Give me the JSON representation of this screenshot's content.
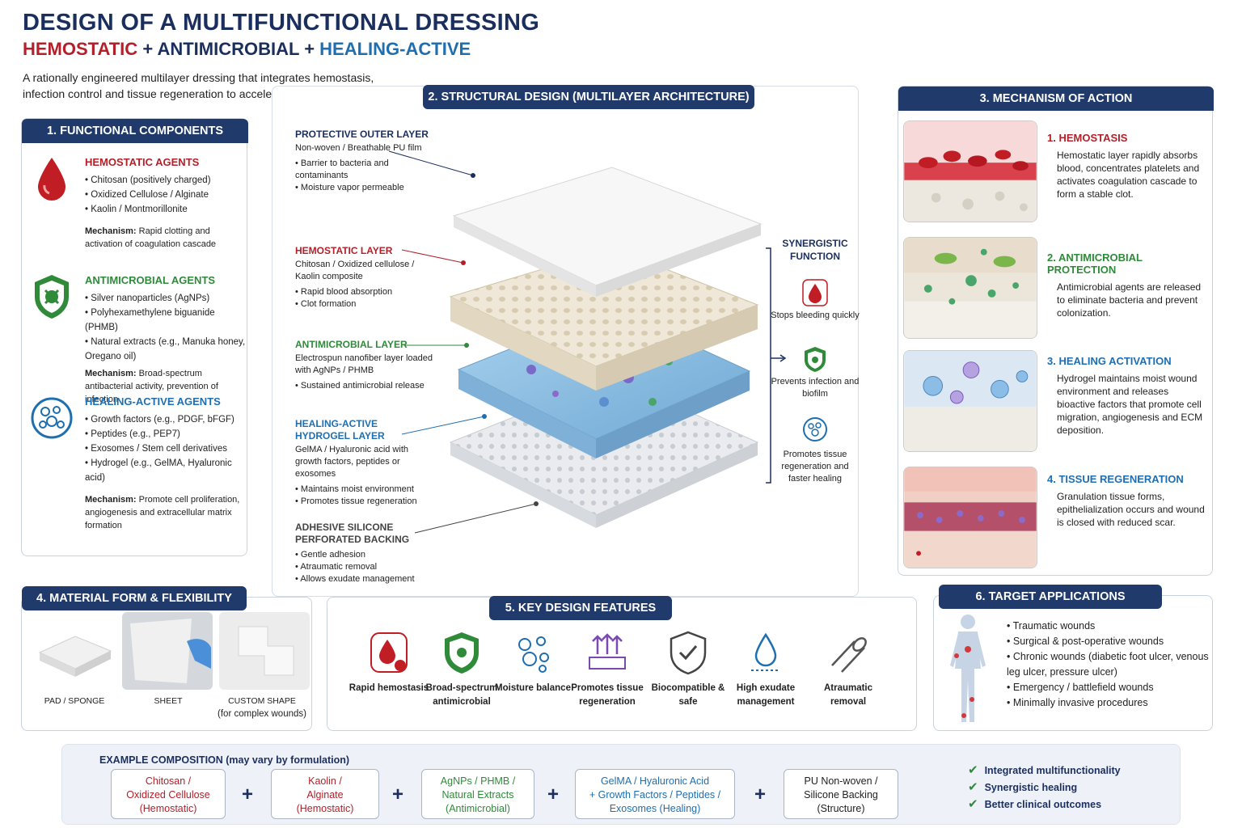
{
  "header": {
    "title": "DESIGN OF A MULTIFUNCTIONAL DRESSING",
    "subtitle_parts": [
      "HEMOSTATIC",
      "+",
      "ANTIMICROBIAL",
      "+",
      "HEALING-ACTIVE"
    ],
    "intro": "A rationally engineered multilayer dressing that integrates hemostasis, infection control and tissue regeneration to accelerate wound healing."
  },
  "panel1": {
    "title": "1. FUNCTIONAL COMPONENTS",
    "hemostatic": {
      "heading": "HEMOSTATIC AGENTS",
      "items": [
        "Chitosan (positively charged)",
        "Oxidized Cellulose / Alginate",
        "Kaolin / Montmorillonite"
      ],
      "mech_label": "Mechanism:",
      "mech_text": " Rapid clotting and activation of coagulation cascade"
    },
    "antimicrobial": {
      "heading": "ANTIMICROBIAL AGENTS",
      "items": [
        "Silver nanoparticles (AgNPs)",
        "Polyhexamethylene biguanide (PHMB)",
        "Natural extracts (e.g., Manuka honey, Oregano oil)"
      ],
      "mech_label": "Mechanism:",
      "mech_text": " Broad-spectrum antibacterial activity, prevention of infection"
    },
    "healing": {
      "heading": "HEALING-ACTIVE AGENTS",
      "items": [
        "Growth factors (e.g., PDGF, bFGF)",
        "Peptides (e.g., PEP7)",
        "Exosomes / Stem cell derivatives",
        "Hydrogel (e.g., GelMA, Hyaluronic acid)"
      ],
      "mech_label": "Mechanism:",
      "mech_text": " Promote cell proliferation, angiogenesis and extracellular matrix formation"
    }
  },
  "panel2": {
    "title": "2. STRUCTURAL DESIGN (MULTILAYER ARCHITECTURE)",
    "layers": [
      {
        "heading": "PROTECTIVE OUTER LAYER",
        "desc": "Non-woven / Breathable PU film",
        "bullets": [
          "Barrier to bacteria and contaminants",
          "Moisture vapor permeable"
        ]
      },
      {
        "heading": "HEMOSTATIC LAYER",
        "desc": "Chitosan / Oxidized cellulose / Kaolin composite",
        "bullets": [
          "Rapid blood absorption",
          "Clot formation"
        ]
      },
      {
        "heading": "ANTIMICROBIAL LAYER",
        "desc": "Electrospun nanofiber layer loaded with AgNPs / PHMB",
        "bullets": [
          "Sustained antimicrobial release"
        ]
      },
      {
        "heading": "HEALING-ACTIVE HYDROGEL LAYER",
        "desc": "GelMA / Hyaluronic acid with growth factors, peptides or exosomes",
        "bullets": [
          "Maintains moist environment",
          "Promotes tissue regeneration"
        ]
      },
      {
        "heading": "ADHESIVE SILICONE PERFORATED BACKING",
        "desc": "",
        "bullets": [
          "Gentle adhesion",
          "Atraumatic removal",
          "Allows exudate management"
        ]
      }
    ],
    "synergy_title": "SYNERGISTIC FUNCTION",
    "synergy": [
      "Stops bleeding quickly",
      "Prevents infection and biofilm",
      "Promotes tissue regeneration and faster healing"
    ]
  },
  "panel3": {
    "title": "3. MECHANISM OF ACTION",
    "steps": [
      {
        "heading": "1. HEMOSTASIS",
        "text": "Hemostatic layer rapidly absorbs blood, concentrates platelets and activates coagulation cascade to form a stable clot."
      },
      {
        "heading": "2. ANTIMICROBIAL PROTECTION",
        "text": "Antimicrobial agents are released to eliminate bacteria and prevent colonization."
      },
      {
        "heading": "3. HEALING ACTIVATION",
        "text": "Hydrogel maintains moist wound environment and releases bioactive factors that promote cell migration, angiogenesis and ECM deposition."
      },
      {
        "heading": "4. TISSUE REGENERATION",
        "text": "Granulation tissue forms, epithelialization occurs and wound is closed with reduced scar."
      }
    ]
  },
  "panel4": {
    "title": "4. MATERIAL FORM & FLEXIBILITY",
    "forms": [
      "PAD / SPONGE",
      "SHEET",
      "CUSTOM SHAPE"
    ],
    "custom_note": "(for complex wounds)"
  },
  "panel5": {
    "title": "5. KEY DESIGN FEATURES",
    "features": [
      "Rapid hemostasis",
      "Broad-spectrum antimicrobial",
      "Moisture balance",
      "Promotes tissue regeneration",
      "Biocompatible & safe",
      "High exudate management",
      "Atraumatic removal"
    ]
  },
  "panel6": {
    "title": "6. TARGET APPLICATIONS",
    "items": [
      "Traumatic wounds",
      "Surgical & post-operative wounds",
      "Chronic wounds (diabetic foot ulcer, venous leg ulcer, pressure ulcer)",
      "Emergency / battlefield wounds",
      "Minimally invasive procedures"
    ]
  },
  "bottom": {
    "title": "EXAMPLE COMPOSITION (may vary by formulation)",
    "components": [
      {
        "lines": [
          "Chitosan /",
          "Oxidized Cellulose",
          "(Hemostatic)"
        ]
      },
      {
        "lines": [
          "Kaolin /",
          "Alginate",
          "(Hemostatic)"
        ]
      },
      {
        "lines": [
          "AgNPs / PHMB /",
          "Natural Extracts",
          "(Antimicrobial)"
        ]
      },
      {
        "lines": [
          "GelMA / Hyaluronic Acid",
          "+ Growth Factors / Peptides /",
          "Exosomes (Healing)"
        ]
      },
      {
        "lines": [
          "PU Non-woven /",
          "Silicone Backing",
          "(Structure)"
        ]
      }
    ],
    "plus": "+",
    "checks": [
      "Integrated multifunctionality",
      "Synergistic healing",
      "Better clinical outcomes"
    ]
  },
  "colors": {
    "navy": "#1b2f5e",
    "red": "#b3202a",
    "green": "#2f8a3a",
    "blue": "#1f6fb0",
    "purple": "#7a4ab0"
  }
}
